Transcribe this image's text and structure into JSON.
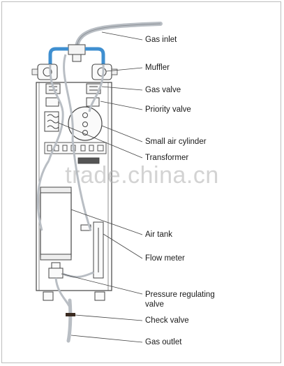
{
  "labels": [
    {
      "key": "gas_inlet",
      "text": "Gas inlet"
    },
    {
      "key": "muffler",
      "text": "Muffler"
    },
    {
      "key": "gas_valve",
      "text": "Gas valve"
    },
    {
      "key": "priority_valve",
      "text": "Priority valve"
    },
    {
      "key": "small_air_cylinder",
      "text": "Small air cylinder"
    },
    {
      "key": "transformer",
      "text": "Transformer"
    },
    {
      "key": "air_tank",
      "text": "Air tank"
    },
    {
      "key": "flow_meter",
      "text": "Flow meter"
    },
    {
      "key": "pressure_regulating_valve",
      "text": "Pressure regulating valve"
    },
    {
      "key": "check_valve",
      "text": "Check valve"
    },
    {
      "key": "gas_outlet",
      "text": "Gas outlet"
    }
  ],
  "watermark": "trade.china.cn",
  "colors": {
    "outline": "#444444",
    "hose": "#b9bec4",
    "fitting": "#3f8fd0",
    "check_valve": "#3a2a20"
  }
}
